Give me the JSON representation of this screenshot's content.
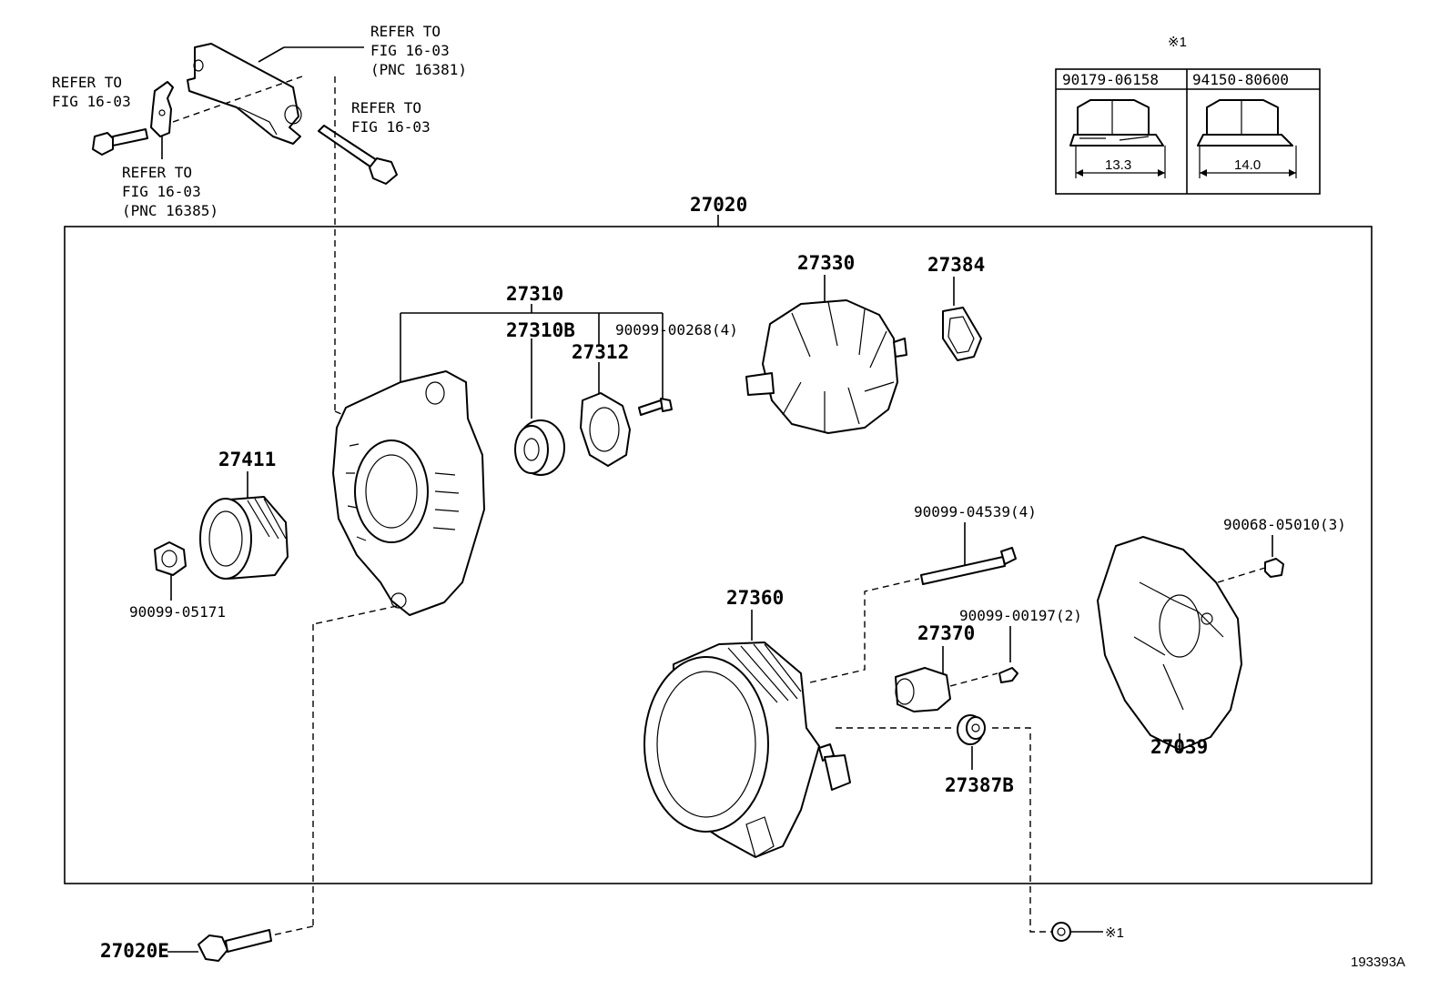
{
  "labels": {
    "assembly": "27020",
    "refer_bracket_line1": "REFER TO",
    "refer_bracket_line2": "FIG 16-03",
    "refer_bracket_line3": "(PNC 16381)",
    "refer_left_bolt_line1": "REFER TO",
    "refer_left_bolt_line2": "FIG 16-03",
    "refer_plate_line1": "REFER TO",
    "refer_plate_line2": "FIG 16-03",
    "refer_plate_line3": "(PNC 16385)",
    "refer_long_bolt_line1": "REFER TO",
    "refer_long_bolt_line2": "FIG 16-03",
    "frame": "27310",
    "bearing": "27310B",
    "retainer": "27312",
    "retainer_screw": "90099-00268(4)",
    "rotor": "27330",
    "bearing_cover": "27384",
    "pulley": "27411",
    "pulley_nut": "90099-05171",
    "through_bolt": "90099-04539(4)",
    "rear_cover_nut": "90068-05010(3)",
    "stator": "27360",
    "brush_screw": "90099-00197(2)",
    "brush_holder": "27370",
    "rear_cover": "27039",
    "terminal_insulator": "27387B",
    "mount_bolt": "27020E",
    "note_mark": "※1",
    "note_ref": "※1",
    "figure_id": "193393A"
  },
  "reference_table": {
    "mark": "※1",
    "columns": [
      {
        "part_no": "90179-06158",
        "dimension": "13.3"
      },
      {
        "part_no": "94150-80600",
        "dimension": "14.0"
      }
    ]
  }
}
